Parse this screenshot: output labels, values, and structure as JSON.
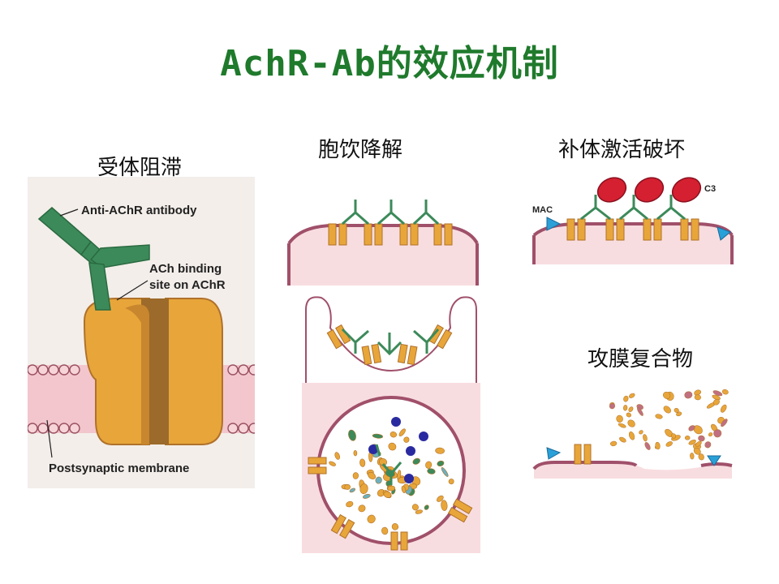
{
  "title": "AchR-Ab的效应机制",
  "captions": {
    "blocking": "受体阻滞",
    "endocytosis": "胞饮降解",
    "complement": "补体激活破坏",
    "mac": "攻膜复合物"
  },
  "labels": {
    "antibody": "Anti-AChR antibody",
    "binding_site_line1": "ACh binding",
    "binding_site_line2": "site on AChR",
    "membrane": "Postsynaptic membrane",
    "mac": "MAC",
    "c3": "C3"
  },
  "colors": {
    "title": "#1f7a2c",
    "receptor": "#e8a63a",
    "receptor_dark": "#b0712a",
    "antibody": "#3c8a5a",
    "cytoplasm": "#f8dde0",
    "membrane": "#a0506a",
    "complement": "#d42030",
    "mac": "#2aa0d8",
    "vesicle_dot": "#2a2aa0"
  }
}
